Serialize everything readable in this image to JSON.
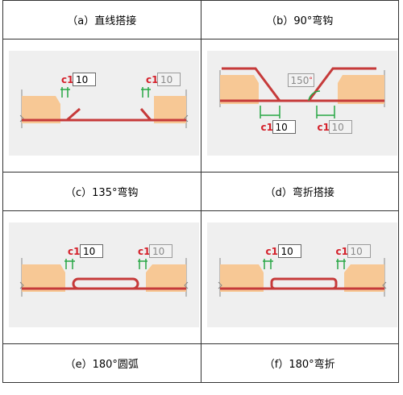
{
  "captions": {
    "a": "（a）直线搭接",
    "b": "（b）90°弯钩",
    "c": "（c）135°弯钩",
    "d": "（d）弯折搭接",
    "e": "（e）180°圆弧",
    "f": "（f）180°弯折"
  },
  "figures": {
    "a": {
      "c1_left": "c1",
      "value_left": "10",
      "c1_right": "c1",
      "value_right": "10"
    },
    "b": {
      "angle": "150",
      "angle_unit": "°",
      "c1_left": "c1",
      "value_left": "10",
      "c1_right": "c1",
      "value_right": "10"
    },
    "e": {
      "c1_left": "c1",
      "value_left": "10",
      "c1_right": "c1",
      "value_right": "10"
    },
    "f": {
      "c1_left": "c1",
      "value_left": "10",
      "c1_right": "c1",
      "value_right": "10"
    }
  },
  "colors": {
    "bar": "#c63a3a",
    "block": "#f7c895",
    "dim": "#28a745",
    "panel": "#efefef"
  }
}
